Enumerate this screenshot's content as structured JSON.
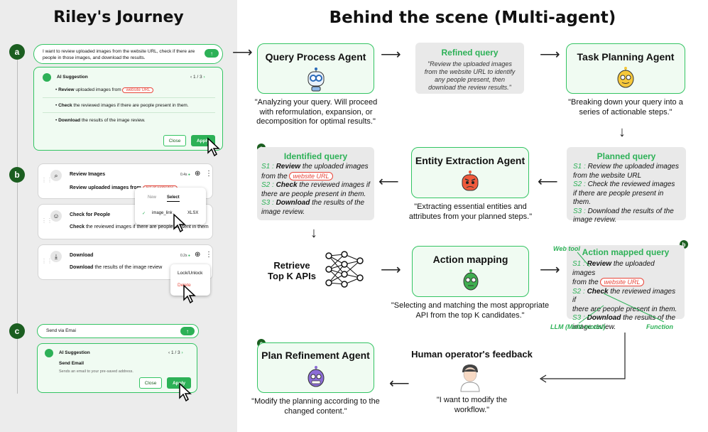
{
  "left": {
    "title": "Riley's Journey",
    "badge_a": "a",
    "badge_b": "b",
    "badge_c": "c",
    "query_text": "I want to review uploaded images from the website URL, check if there are people in those images, and download the results.",
    "ai_suggestion_label": "AI Suggestion",
    "pager_1": "1 / 3",
    "sugg_review_bold": "Review",
    "sugg_review_text": "uploaded images from",
    "sugg_review_pill": "website URL",
    "sugg_check_bold": "Check",
    "sugg_check_text": "the reviewed images if there are people present in them.",
    "sugg_download_bold": "Download",
    "sugg_download_text": "the results of the image review.",
    "close_label": "Close",
    "apply_label": "Apply",
    "step1_title": "Review Images",
    "step1_desc": "Review uploaded images from",
    "step1_pill": "list of websites",
    "step1_badge": "0.4s",
    "step2_title": "Check for People",
    "step2_desc_bold": "Check",
    "step2_desc": "the reviewed images if there are people present in them",
    "step3_title": "Download",
    "step3_desc_bold": "Download",
    "step3_desc": "the results of the image review",
    "step3_badge": "0.2s",
    "popup_tab_new": "New",
    "popup_tab_select": "Select",
    "popup_item": "image_link",
    "popup_ext": "XLSX",
    "menu_lock": "Lock/Unlock",
    "menu_delete": "Delete",
    "send_text": "Send via Emai",
    "pager_2": "1 / 3",
    "send_email_title": "Send Email",
    "send_email_desc": "Sends an email to your pre-saved address."
  },
  "right": {
    "title": "Behind the scene (Multi-agent)",
    "qpa_title": "Query Process Agent",
    "qpa_quote": "\"Analyzing your query. Will proceed with reformulation, expansion, or decomposition for optimal results.\"",
    "refined_title": "Refined query",
    "refined_text": "\"Review the uploaded images from the website URL to identify any people present, then download the review results.\"",
    "tpa_title": "Task Planning Agent",
    "tpa_quote": "\"Breaking down your query into a series of actionable steps.\"",
    "planned_title": "Planned query",
    "planned_s1_lbl": "S1 :",
    "planned_s1": "Review the uploaded images from the website URL",
    "planned_s2_lbl": "S2 :",
    "planned_s2": "Check the reviewed images if there are people present in them.",
    "planned_s3_lbl": "S3 :",
    "planned_s3": "Download the results of the image review.",
    "eea_title": "Entity Extraction Agent",
    "eea_quote": "\"Extracting essential entities and attributes from your planned steps.\"",
    "identified_badge": "a",
    "identified_title": "Identified query",
    "id_s1_lbl": "S1 :",
    "id_s1_bold": "Review",
    "id_s1_a": "the uploaded images",
    "id_s1_b": "from the",
    "id_pill": "website URL",
    "id_s2_lbl": "S2 :",
    "id_s2_bold": "Check",
    "id_s2_a": "the reviewed images if",
    "id_s2_b": "there are people present in them.",
    "id_s3_lbl": "S3 :",
    "id_s3_bold": "Download",
    "id_s3_a": "the results of the",
    "id_s3_b": "image review.",
    "retrieve_label": "Retrieve\nTop K APIs",
    "am_title": "Action mapping",
    "am_quote": "\"Selecting and matching the most appropriate API from the top K candidates.\"",
    "amq_badge": "b",
    "amq_title": "Action mapped query",
    "web_tool": "Web tool",
    "llm_label": "LLM (Multi-modal)",
    "function_label": "Function",
    "amq_s1_lbl": "S1 :",
    "amq_s1_bold": "Review",
    "amq_s1_a": "the uploaded images",
    "amq_s1_b": "from the",
    "amq_pill": "website URL",
    "amq_s2_lbl": "S2 :",
    "amq_s2_bold": "Check",
    "amq_s2_a": "the reviewed images if",
    "amq_s2_b": "there are people present in them.",
    "amq_s3_lbl": "S3 :",
    "amq_s3_bold": "Download",
    "amq_s3_a": "the results of the",
    "amq_s3_b": "image review.",
    "pra_badge": "c",
    "pra_title": "Plan Refinement Agent",
    "pra_quote": "\"Modify the planning according to the changed content.\"",
    "human_title": "Human operator's feedback",
    "human_quote": "\"I want to modify the workflow.\""
  }
}
